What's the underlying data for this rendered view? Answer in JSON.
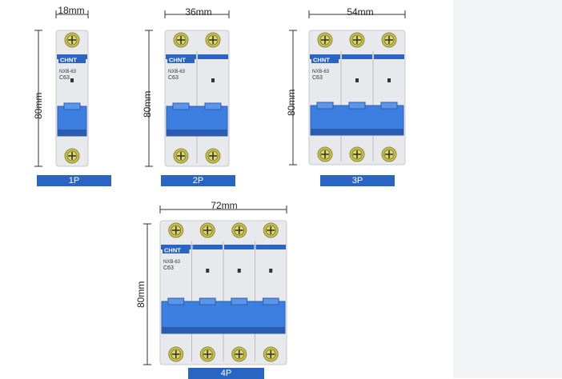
{
  "breakers": [
    {
      "poles": 1,
      "label": "1P",
      "width_label": "18mm",
      "height_label": "80mm"
    },
    {
      "poles": 2,
      "label": "2P",
      "width_label": "36mm",
      "height_label": "80mm"
    },
    {
      "poles": 3,
      "label": "3P",
      "width_label": "54mm",
      "height_label": "80mm"
    },
    {
      "poles": 4,
      "label": "4P",
      "width_label": "72mm",
      "height_label": "80mm"
    }
  ],
  "brand": "CHNT",
  "model": "NXB-63",
  "rating": "C63",
  "colors": {
    "accent": "#2a65c4",
    "toggle": "#3c7fe0",
    "body": "#e8e9ec",
    "terminal": "#c8c24a"
  }
}
